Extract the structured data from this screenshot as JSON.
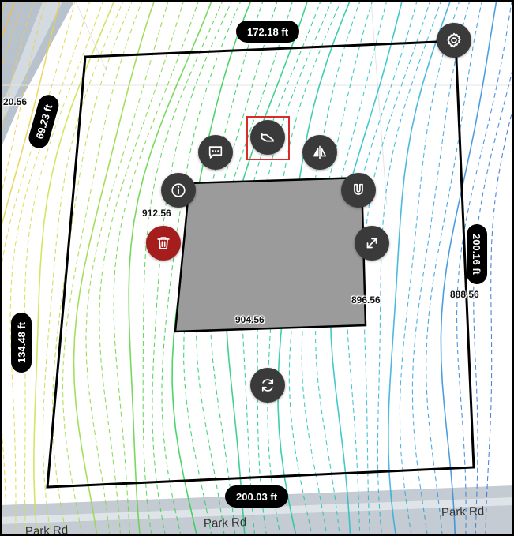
{
  "map": {
    "measurements": {
      "top": "172.18 ft",
      "left_upper": "69.23 ft",
      "right": "200.16 ft",
      "left_lower": "134.48 ft",
      "bottom": "200.03 ft"
    },
    "elevations": {
      "left_edge": "20.56",
      "building_top_left": "912.56",
      "building_right": "896.56",
      "building_bottom": "904.56",
      "parcel_right": "888.56"
    },
    "roads": {
      "left": "Park Rd",
      "center": "Park Rd",
      "right": "Park Rd"
    }
  },
  "toolbar": {
    "settings": "gear-icon",
    "comment": "comment-icon",
    "slope": "slope-icon",
    "flip": "flip-icon",
    "info": "info-icon",
    "snap": "magnet-icon",
    "delete": "trash-icon",
    "resize": "resize-icon",
    "rotate": "rotate-icon"
  },
  "colors": {
    "parcel_stroke": "#000000",
    "building_fill": "#9b9b9b",
    "delete_button": "#a51d1d",
    "tool_button": "#3a3a3a",
    "highlight": "#d92b2b"
  }
}
